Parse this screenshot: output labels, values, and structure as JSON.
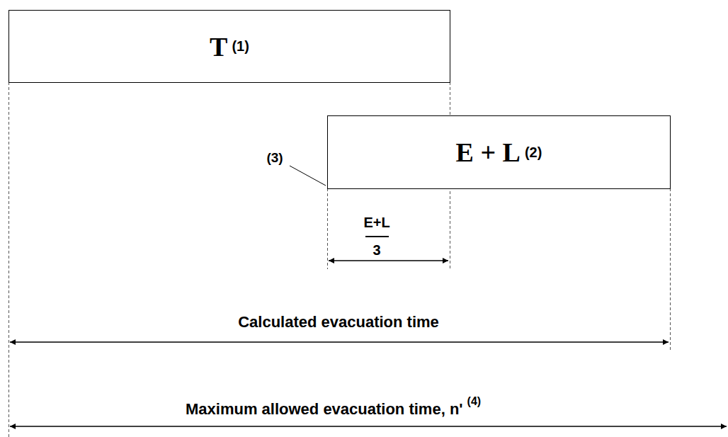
{
  "diagram": {
    "nodes": [
      {
        "text": [
          "T",
          "(1)"
        ]
      },
      {
        "text": [
          "E + L",
          "(2)"
        ]
      }
    ],
    "labels": [
      "(3)",
      "E+L",
      "3",
      "Calculated evacuation time",
      "Maximum allowed evacuation time, n'",
      "(4)"
    ]
  }
}
